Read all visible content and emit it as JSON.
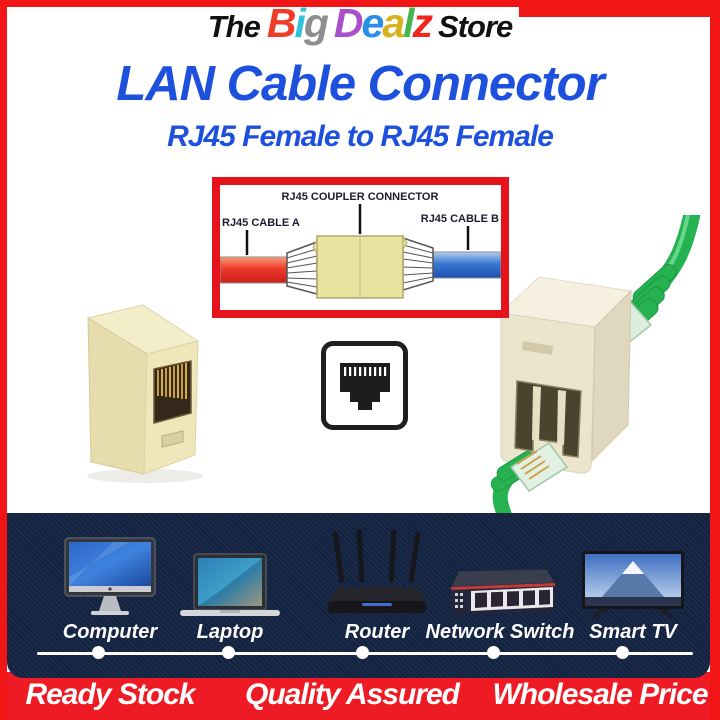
{
  "brand": {
    "the": "The",
    "big": [
      {
        "ch": "B",
        "color": "#f23c2a"
      },
      {
        "ch": "i",
        "color": "#2fc3d9"
      },
      {
        "ch": "g",
        "color": "#8d8d8d"
      }
    ],
    "dealz": [
      {
        "ch": "D",
        "color": "#a84fc9"
      },
      {
        "ch": "e",
        "color": "#2a8de6"
      },
      {
        "ch": "a",
        "color": "#d6b31e"
      },
      {
        "ch": "l",
        "color": "#45b54d"
      },
      {
        "ch": "z",
        "color": "#f0261f"
      }
    ],
    "store": "Store"
  },
  "title": "LAN Cable Connector",
  "subtitle": "RJ45 Female to RJ45 Female",
  "diagram": {
    "coupler_label": "RJ45 COUPLER CONNECTOR",
    "cable_a_label": "RJ45 CABLE A",
    "cable_b_label": "RJ45 CABLE B"
  },
  "devices": [
    {
      "label": "Computer"
    },
    {
      "label": "Laptop"
    },
    {
      "label": "Router"
    },
    {
      "label": "Network Switch"
    },
    {
      "label": "Smart TV"
    }
  ],
  "footer": {
    "items": [
      "Ready Stock",
      "Quality Assured",
      "Wholesale Price"
    ]
  },
  "icons": {
    "rj45_port": "rj45-port-icon"
  },
  "colors": {
    "accent_red": "#ee1b24",
    "navy_band": "#152647",
    "title_blue": "#1d50dd",
    "coupler_beige": "#efe6bb",
    "cable_green": "#27b252"
  }
}
